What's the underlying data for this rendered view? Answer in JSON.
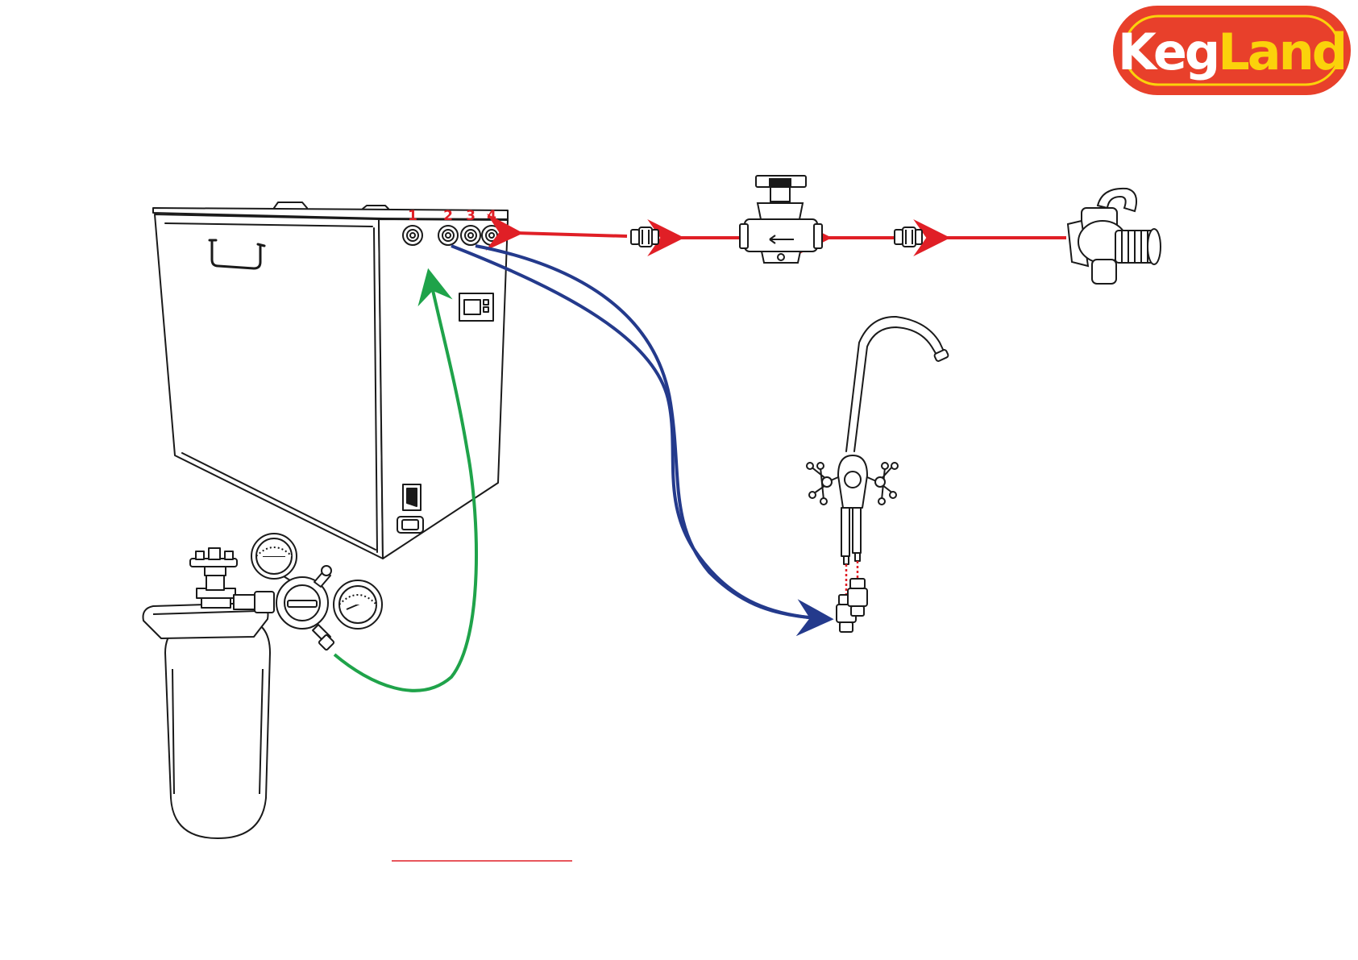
{
  "logo": {
    "word_part_1": "Keg",
    "word_part_2": "Land",
    "bg_color": "#e8402b",
    "text_color_1": "#ffffff",
    "text_color_2": "#fbd20b"
  },
  "ports": [
    {
      "label": "1"
    },
    {
      "label": "2"
    },
    {
      "label": "3"
    },
    {
      "label": "4"
    }
  ],
  "colors": {
    "water_supply_line": "#e01f26",
    "beverage_line": "#243a8c",
    "gas_line": "#1fa34a",
    "line_art": "#1a1a1a"
  },
  "components": {
    "chiller": "chiller-box-icon",
    "pressure_reducer": "pressure-regulator-valve-icon",
    "shut_off_valve": "tap-shutoff-valve-icon",
    "inline_connector": "push-fit-connector-icon",
    "faucet": "twin-handle-faucet-icon",
    "gas_cylinder": "co2-cylinder-icon",
    "gas_regulator": "dual-gauge-regulator-icon"
  }
}
